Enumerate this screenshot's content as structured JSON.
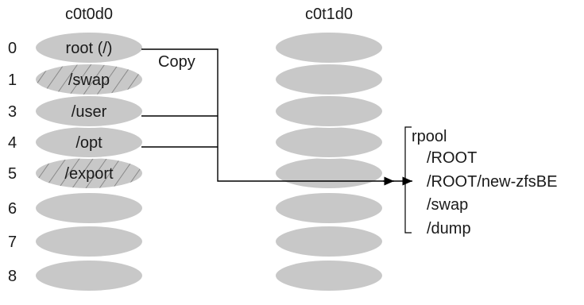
{
  "disk_labels": {
    "left": "c0t0d0",
    "right": "c0t1d0"
  },
  "slice_numbers": [
    "0",
    "1",
    "3",
    "4",
    "5",
    "6",
    "7",
    "8"
  ],
  "slices": [
    {
      "label": "root (/)",
      "hatched": false,
      "copied": true
    },
    {
      "label": "/swap",
      "hatched": true,
      "copied": false
    },
    {
      "label": "/user",
      "hatched": false,
      "copied": true
    },
    {
      "label": "/opt",
      "hatched": false,
      "copied": true
    },
    {
      "label": "/export",
      "hatched": true,
      "copied": false
    },
    {
      "label": "",
      "hatched": false,
      "copied": false
    },
    {
      "label": "",
      "hatched": false,
      "copied": false
    },
    {
      "label": "",
      "hatched": false,
      "copied": false
    }
  ],
  "copy_label": "Copy",
  "pool": {
    "name": "rpool",
    "datasets": [
      "/ROOT",
      "/ROOT/new-zfsBE",
      "/swap",
      "/dump"
    ]
  },
  "colors": {
    "disk_fill": "#c8c8c8",
    "disk_edge": "#ffffff",
    "hatch": "#7a7a7a",
    "line": "#000000"
  }
}
